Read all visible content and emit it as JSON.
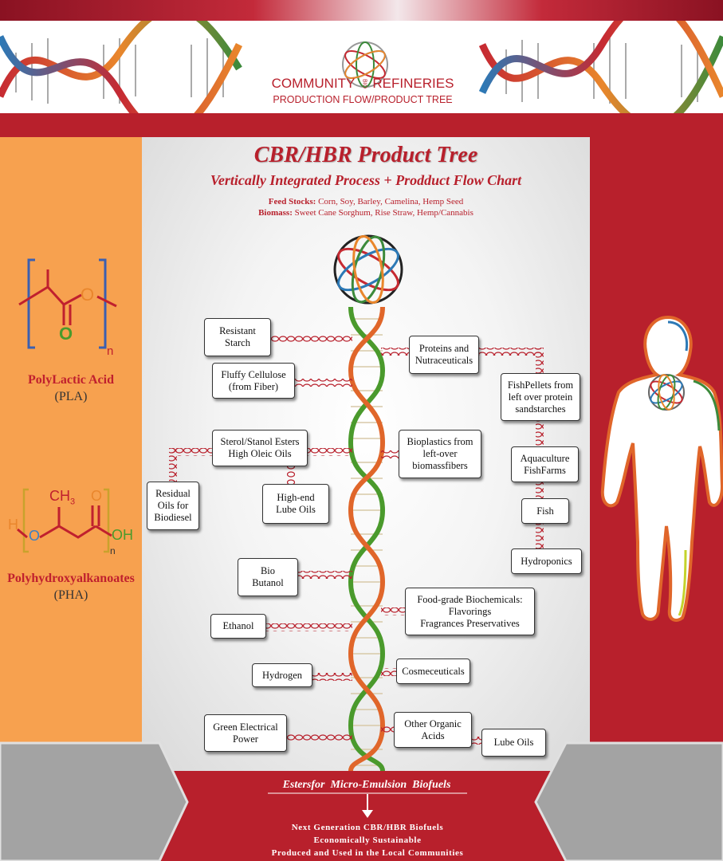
{
  "header": {
    "brand_left": "COMMUNITY",
    "brand_mid": "BIO",
    "brand_right": "REFINERIES",
    "subtitle": "PRODUCTION FLOW/PRODUCT TREE"
  },
  "center": {
    "title": "CBR/HBR Product Tree",
    "subtitle": "Vertically Integrated Process + Prodduct Flow Chart",
    "feed_label": "Feed Stocks:",
    "feed_value": " Corn, Soy, Barley, Camelina, Hemp Seed",
    "biomass_label": "Biomass:",
    "biomass_value": " Sweet Cane Sorghum, Rise Straw, Hemp/Cannabis"
  },
  "left_panel": {
    "pla_label": "PolyLactic Acid",
    "pla_abbr": "(PLA)",
    "pha_label": "Polyhydroxyalkanoates",
    "pha_abbr": "(PHA)",
    "chem_o": "O",
    "chem_n": "n",
    "chem_ch3": "CH",
    "chem_3": "3",
    "chem_h": "H",
    "chem_oh": "OH"
  },
  "nodes": {
    "resistant_starch": "Resistant\nStarch",
    "proteins": "Proteins and\nNutraceuticals",
    "fluffy_cellulose": "Fluffy Cellulose\n(from Fiber)",
    "fishpellets": "FishPellets from\nleft over protein\nsandstarches",
    "sterol": "Sterol/Stanol Esters\nHigh Oleic Oils",
    "bioplastics": "Bioplastics from\nleft-over\nbiomassfibers",
    "aquaculture": "Aquaculture\nFishFarms",
    "residual_oils": "Residual\nOils for\nBiodiesel",
    "lube_oils_high": "High-end\nLube Oils",
    "fish": "Fish",
    "hydroponics": "Hydroponics",
    "bio_butanol": "Bio\nButanol",
    "food_grade": "Food-grade Biochemicals:\nFlavorings\nFragrances Preservatives",
    "ethanol": "Ethanol",
    "hydrogen": "Hydrogen",
    "cosmeceuticals": "Cosmeceuticals",
    "green_power": "Green Electrical\nPower",
    "organic_acids": "Other Organic\nAcids",
    "lube_oils": "Lube Oils"
  },
  "bottom": {
    "esters": "Estersfor  Micro-Emulsion  Biofuels",
    "line1": "Next Generation CBR/HBR Biofuels",
    "line2": "Economically Sustainable",
    "line3": "Produced and Used in the Local Communities"
  },
  "colors": {
    "brand_red": "#b8202c",
    "panel_orange": "#f7a14f",
    "panel_grey": "#a3a3a3",
    "helix_green": "#4a9a2c",
    "helix_orange": "#e0662a"
  }
}
